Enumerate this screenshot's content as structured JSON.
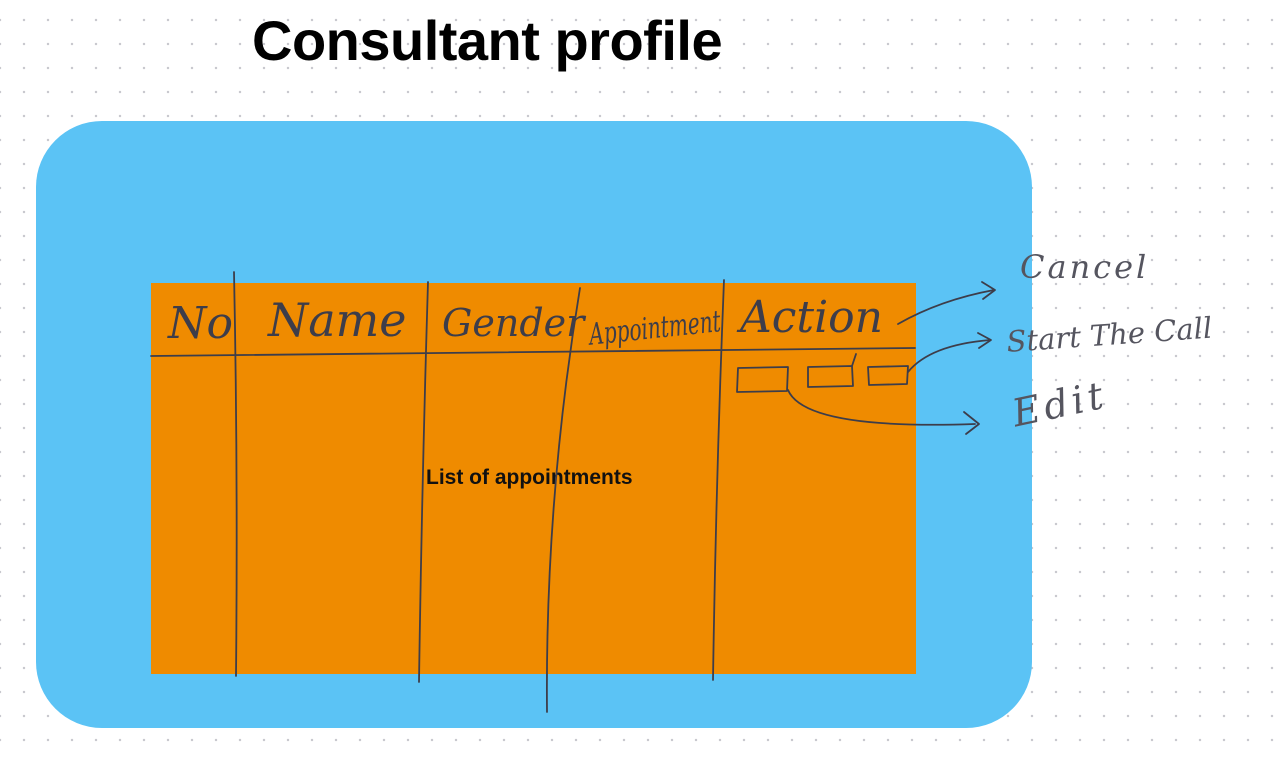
{
  "title": "Consultant profile",
  "table": {
    "columns": [
      "No",
      "Name",
      "Gender",
      "Appointment",
      "Action"
    ],
    "body_label": "List of appointments"
  },
  "actions": {
    "cancel": "Cancel",
    "start_call": "Start The Call",
    "edit": "Edit"
  },
  "colors": {
    "panel": "#5bc3f5",
    "table": "#ef8b00",
    "ink": "#3d3d4a"
  }
}
